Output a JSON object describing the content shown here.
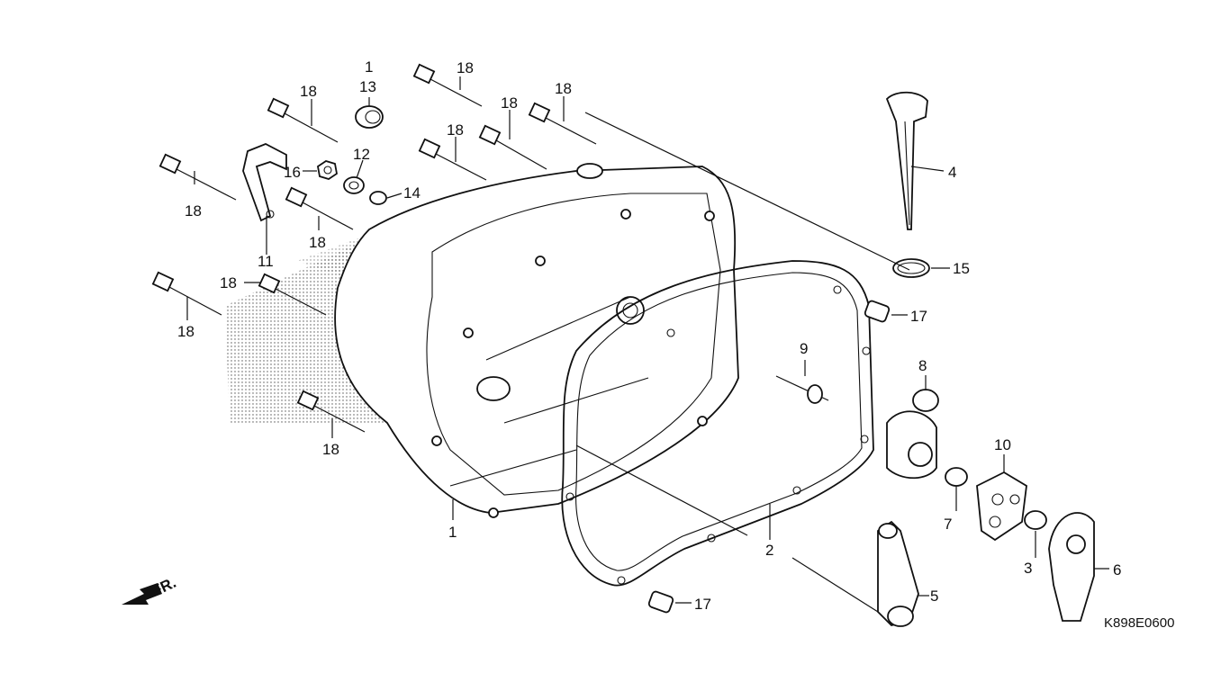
{
  "diagram": {
    "catalog_code": "K898E0600",
    "direction_label": "FR.",
    "callouts": [
      {
        "id": "c-1a",
        "text": "1"
      },
      {
        "id": "c-1b",
        "text": "1"
      },
      {
        "id": "c-2",
        "text": "2"
      },
      {
        "id": "c-3",
        "text": "3"
      },
      {
        "id": "c-4",
        "text": "4"
      },
      {
        "id": "c-5",
        "text": "5"
      },
      {
        "id": "c-6",
        "text": "6"
      },
      {
        "id": "c-7",
        "text": "7"
      },
      {
        "id": "c-8",
        "text": "8"
      },
      {
        "id": "c-9",
        "text": "9"
      },
      {
        "id": "c-10",
        "text": "10"
      },
      {
        "id": "c-11",
        "text": "11"
      },
      {
        "id": "c-12",
        "text": "12"
      },
      {
        "id": "c-13",
        "text": "13"
      },
      {
        "id": "c-14",
        "text": "14"
      },
      {
        "id": "c-15",
        "text": "15"
      },
      {
        "id": "c-16",
        "text": "16"
      },
      {
        "id": "c-17a",
        "text": "17"
      },
      {
        "id": "c-17b",
        "text": "17"
      },
      {
        "id": "c-18a",
        "text": "18"
      },
      {
        "id": "c-18b",
        "text": "18"
      },
      {
        "id": "c-18c",
        "text": "18"
      },
      {
        "id": "c-18d",
        "text": "18"
      },
      {
        "id": "c-18e",
        "text": "18"
      },
      {
        "id": "c-18f",
        "text": "18"
      },
      {
        "id": "c-18g",
        "text": "18"
      },
      {
        "id": "c-18h",
        "text": "18"
      },
      {
        "id": "c-18i",
        "text": "18"
      },
      {
        "id": "c-18j",
        "text": "18"
      }
    ]
  }
}
